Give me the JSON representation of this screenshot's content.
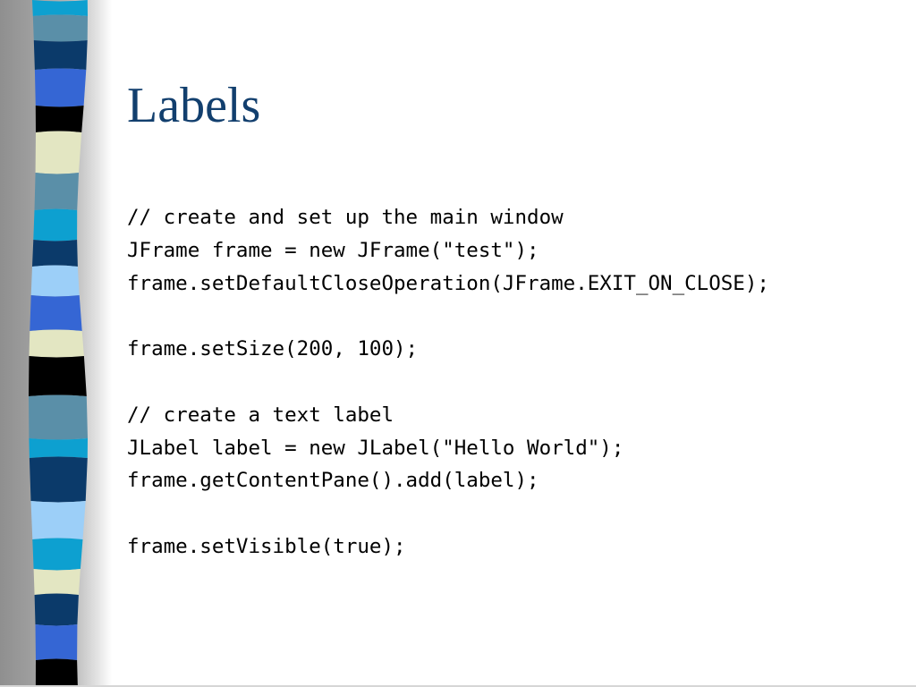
{
  "slide": {
    "title": "Labels",
    "code_lines": [
      "// create and set up the main window",
      "JFrame frame = new JFrame(\"test\");",
      "frame.setDefaultCloseOperation(JFrame.EXIT_ON_CLOSE);",
      "",
      "frame.setSize(200, 100);",
      "",
      "// create a text label",
      "JLabel label = new JLabel(\"Hello World\");",
      "frame.getContentPane().add(label);",
      "",
      "frame.setVisible(true);"
    ]
  },
  "theme": {
    "title_color": "#123f6e",
    "strip_colors": [
      "#0da0d0",
      "#5a8fa8",
      "#0b3a6a",
      "#3566d4",
      "#000000",
      "#e3e6c2",
      "#5a8fa8",
      "#0da0d0",
      "#0b3a6a",
      "#9ccff8",
      "#3566d4",
      "#e3e6c2",
      "#000000",
      "#5a8fa8",
      "#0da0d0",
      "#0b3a6a",
      "#9ccff8",
      "#0da0d0",
      "#e3e6c2",
      "#0b3a6a",
      "#3566d4",
      "#000000"
    ]
  }
}
